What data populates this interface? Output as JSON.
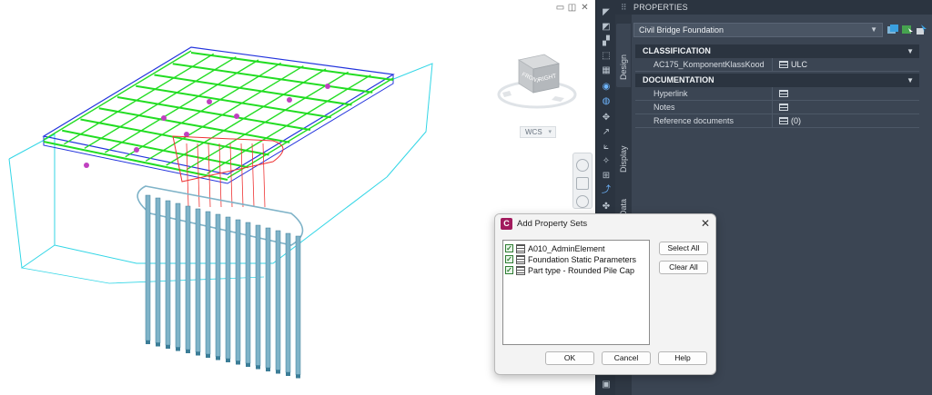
{
  "viewport": {
    "window_controls": [
      "▭",
      "◫",
      "✕"
    ],
    "viewcube": {
      "face_front": "FRONT",
      "face_right": "RIGHT"
    },
    "wcs_label": "WCS",
    "colors": {
      "deck_outline": "#2233dd",
      "beams": "#22dd22",
      "pile_cap": "#ee3333",
      "piles": "#7fb3c8",
      "abutment": "#33d6e6"
    }
  },
  "palette_tabs": [
    "Design",
    "Display",
    "Data"
  ],
  "properties": {
    "title": "PROPERTIES",
    "style_name": "Civil Bridge Foundation",
    "sections": [
      {
        "name": "CLASSIFICATION",
        "rows": [
          {
            "key": "AC175_KomponentKlassKood",
            "value": "ULC"
          }
        ]
      },
      {
        "name": "DOCUMENTATION",
        "rows": [
          {
            "key": "Hyperlink",
            "value": ""
          },
          {
            "key": "Notes",
            "value": ""
          },
          {
            "key": "Reference documents",
            "value": "(0)"
          }
        ]
      }
    ]
  },
  "dialog": {
    "title": "Add Property Sets",
    "logo_letter": "C",
    "items": [
      {
        "label": "A010_AdminElement",
        "checked": true
      },
      {
        "label": "Foundation Static Parameters",
        "checked": true
      },
      {
        "label": "Part type - Rounded Pile Cap",
        "checked": true
      }
    ],
    "buttons": {
      "select_all": "Select All",
      "clear_all": "Clear All",
      "ok": "OK",
      "cancel": "Cancel",
      "help": "Help"
    }
  }
}
